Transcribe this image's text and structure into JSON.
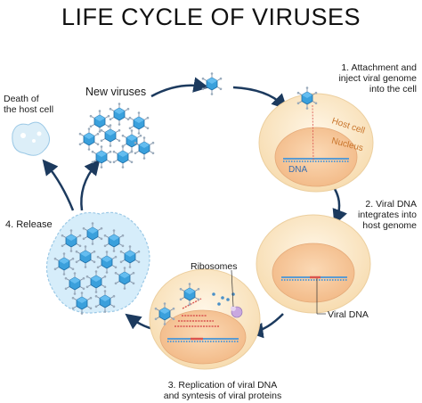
{
  "title": "LIFE CYCLE OF VIRUSES",
  "steps": {
    "step1": [
      "1. Attachment and",
      "inject viral genome",
      "into the cell"
    ],
    "step2": [
      "2. Viral DNA",
      "integrates into",
      "host genome"
    ],
    "step3": [
      "3. Replication of viral DNA",
      "and syntesis of viral proteins"
    ],
    "step4": "4. Release"
  },
  "labels": {
    "host_cell": "Host cell",
    "nucleus": "Nucleus",
    "dna": "DNA",
    "viral_dna": "Viral DNA",
    "ribosomes": "Ribosomes",
    "new_viruses": "New viruses",
    "death": [
      "Death of",
      "the host cell"
    ]
  },
  "colors": {
    "virus_fill": "#3aa0dc",
    "virus_dark": "#1f6fa8",
    "cell_fill": "#fbe8c8",
    "nucleus_fill": "#f6c99a",
    "dna_blue": "#5b9bd1",
    "viral_red": "#d9534f",
    "host_text": "#c8742a",
    "arrow": "#1c3a5e"
  }
}
